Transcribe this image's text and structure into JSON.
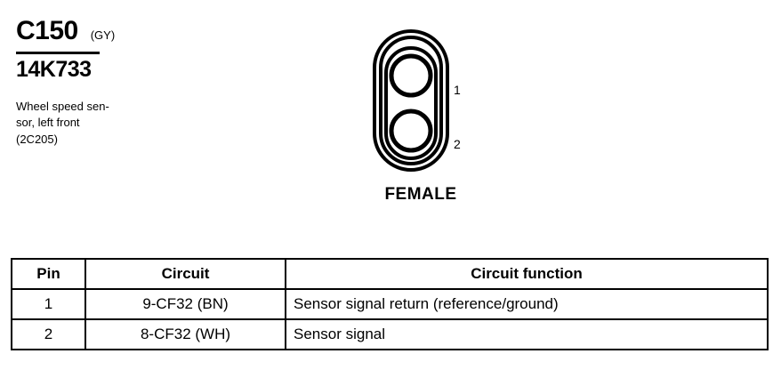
{
  "connector": {
    "id": "C150",
    "color_code": "(GY)",
    "part_number": "14K733",
    "description": "Wheel speed sensor, left front (2C205)",
    "description_lines": [
      "Wheel speed sen-",
      "sor, left front",
      "(2C205)"
    ],
    "gender": "FEMALE",
    "pin_labels": [
      "1",
      "2"
    ],
    "cavity_count": 2,
    "line_color": "#000000",
    "background_color": "#ffffff"
  },
  "table": {
    "headers": [
      "Pin",
      "Circuit",
      "Circuit function"
    ],
    "rows": [
      {
        "pin": "1",
        "circuit": "9-CF32 (BN)",
        "function": "Sensor signal return (reference/ground)"
      },
      {
        "pin": "2",
        "circuit": "8-CF32 (WH)",
        "function": "Sensor signal"
      }
    ]
  }
}
